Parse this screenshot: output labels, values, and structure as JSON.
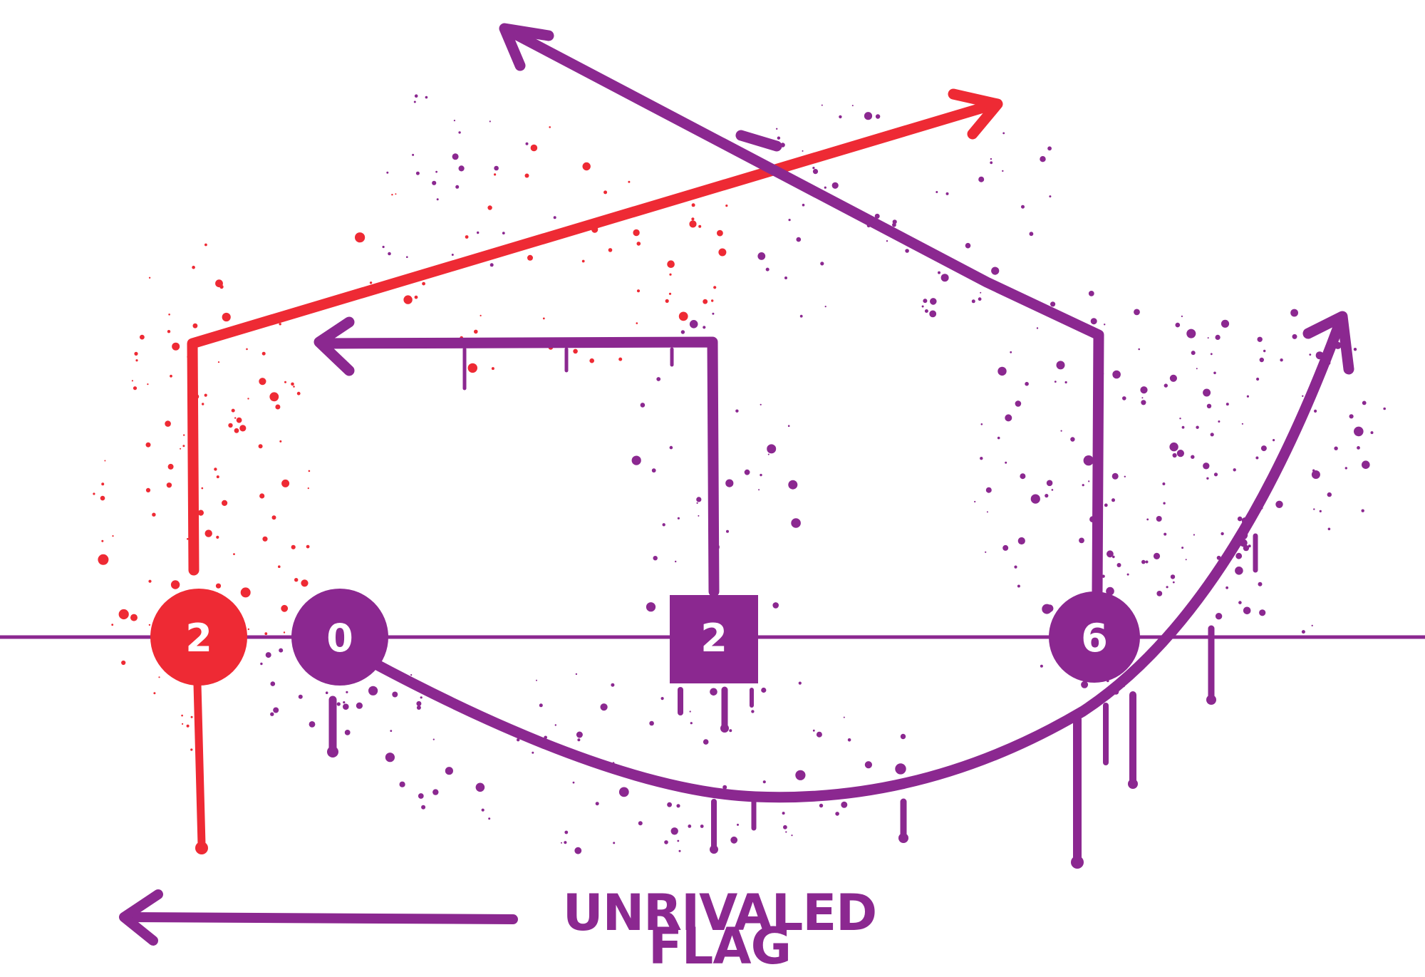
{
  "colors": {
    "red": "#ee2a34",
    "purple": "#8b2890",
    "background": "#ffffff"
  },
  "players": [
    {
      "digit": "2",
      "shape": "circle",
      "color": "red"
    },
    {
      "digit": "0",
      "shape": "circle",
      "color": "purple"
    },
    {
      "digit": "2",
      "shape": "square",
      "color": "purple"
    },
    {
      "digit": "6",
      "shape": "circle",
      "color": "purple"
    }
  ],
  "logo": {
    "line1": "UNRIVALED",
    "line2": "FLAG"
  }
}
